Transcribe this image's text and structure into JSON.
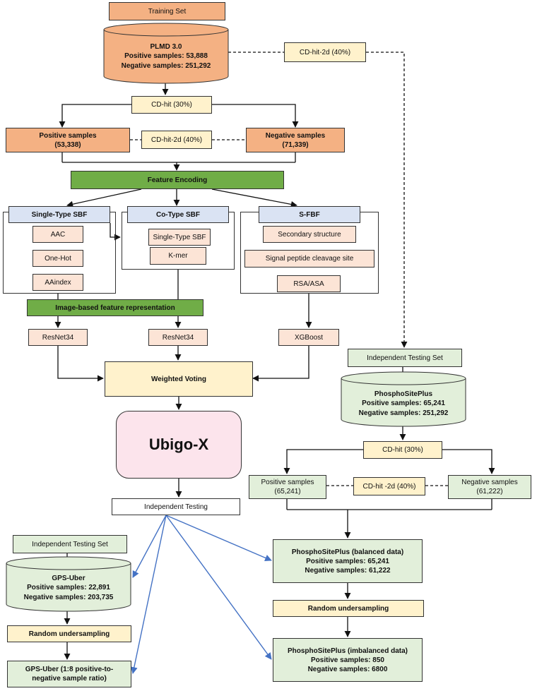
{
  "training": {
    "set_label": "Training Set",
    "plmd": {
      "name": "PLMD 3.0",
      "pos": "Positive samples: 53,888",
      "neg": "Negative samples:  251,292"
    },
    "cdhit_2d_top": "CD-hit-2d  (40%)",
    "cdhit": "CD-hit  (30%)",
    "pos_samples": {
      "label": "Positive samples",
      "count": "(53,338)"
    },
    "cdhit_2d_mid": "CD-hit-2d (40%)",
    "neg_samples": {
      "label": "Negative samples",
      "count": "(71,339)"
    }
  },
  "feature_encoding": "Feature Encoding",
  "single_type": {
    "title": "Single-Type  SBF",
    "items": [
      "AAC",
      "One-Hot",
      "AAindex"
    ]
  },
  "co_type": {
    "title": "Co-Type SBF",
    "items": [
      "Single-Type SBF",
      "K-mer"
    ]
  },
  "sfbf": {
    "title": "S-FBF",
    "items": [
      "Secondary  structure",
      "Signal peptide cleavage site",
      "RSA/ASA"
    ]
  },
  "image_rep": "Image-based  feature representation",
  "models": [
    "ResNet34",
    "ResNet34",
    "XGBoost"
  ],
  "voting": "Weighted Voting",
  "ubigo": "Ubigo-X",
  "independent_testing": "Independent Testing",
  "right_branch": {
    "set_label": "Independent  Testing Set",
    "psp": {
      "name": "PhosphoSitePlus",
      "pos": "Positive samples: 65,241",
      "neg": "Negative samples: 251,292"
    },
    "cdhit": "CD-hit  (30%)",
    "pos_samples": {
      "label": "Positive samples",
      "count": "(65,241)"
    },
    "cdhit_2d": "CD-hit -2d (40%)",
    "neg_samples": {
      "label": "Negative samples",
      "count": "(61,222)"
    },
    "balanced": {
      "title": "PhosphoSitePlus  (balanced data)",
      "pos": "Positive samples: 65,241",
      "neg": "Negative samples: 61,222"
    },
    "undersampling": "Random  undersampling",
    "imbalanced": {
      "title": "PhosphoSitePlus (imbalanced data)",
      "pos": "Positive samples: 850",
      "neg": "Negative samples: 6800"
    }
  },
  "left_branch": {
    "set_label": "Independent  Testing Set",
    "gps": {
      "name": "GPS-Uber",
      "pos": "Positive samples: 22,891",
      "neg": "Negative samples: 203,735"
    },
    "undersampling": "Random  undersampling",
    "ratio": {
      "line1": "GPS-Uber  (1:8 positive-to-",
      "line2": "negative sample ratio)"
    }
  },
  "colors": {
    "orange": "#f4b183",
    "cream": "#fff2cc",
    "pink": "#fce4d6",
    "green": "#70ad47",
    "sage": "#e2efda",
    "blue": "#dae3f3",
    "arrow_blue": "#4472c4",
    "line": "#111111"
  }
}
